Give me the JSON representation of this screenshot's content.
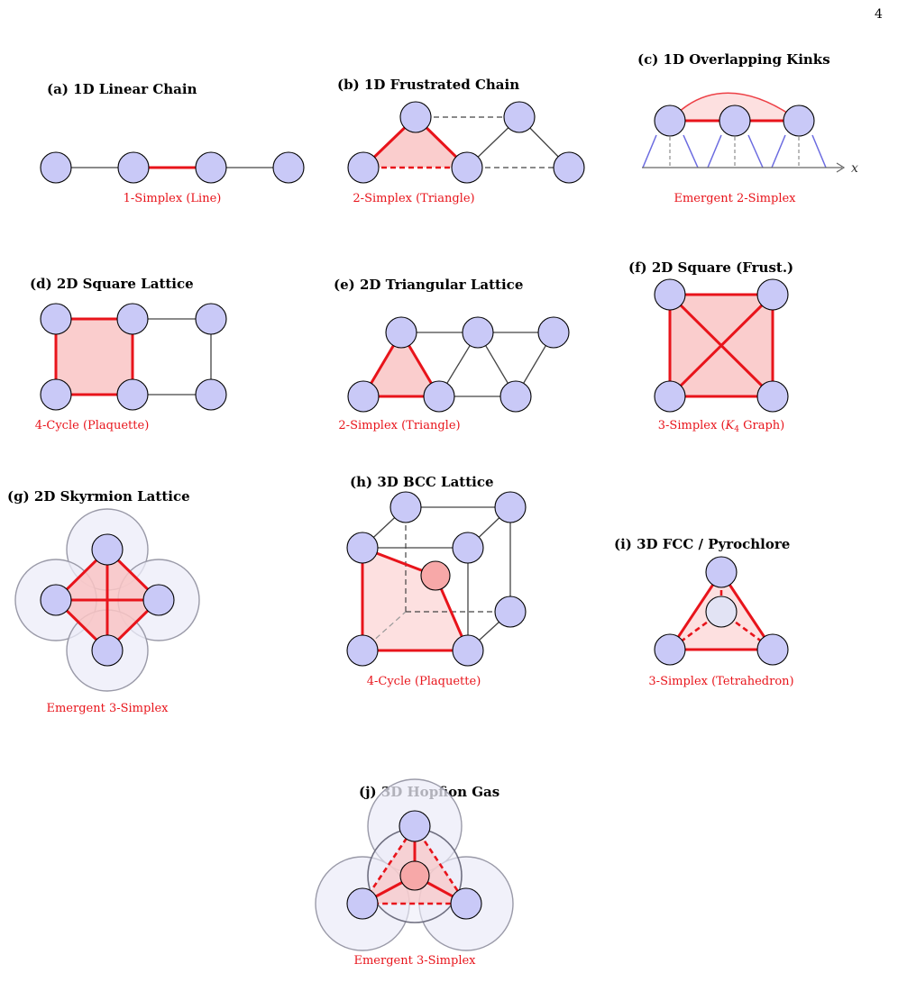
{
  "page_number": "4",
  "colors": {
    "node": "#c9c9f7",
    "node_highlight": "#f7a8a8",
    "node_light": "#e2e3f4",
    "red": "#e8141b",
    "red_fill": "#f9c4c4",
    "red_fill_light": "#fde0e0",
    "kink_blue": "#6b6be0",
    "halo": "#ececf8"
  },
  "axis_label_x": "x",
  "panels": [
    {
      "id": "a",
      "title": "(a) 1D Linear Chain",
      "caption": "1-Simplex (Line)"
    },
    {
      "id": "b",
      "title": "(b) 1D Frustrated Chain",
      "caption": "2-Simplex (Triangle)"
    },
    {
      "id": "c",
      "title": "(c) 1D Overlapping Kinks",
      "caption": "Emergent 2-Simplex"
    },
    {
      "id": "d",
      "title": "(d) 2D Square Lattice",
      "caption": "4-Cycle (Plaquette)"
    },
    {
      "id": "e",
      "title": "(e) 2D Triangular Lattice",
      "caption": "2-Simplex (Triangle)"
    },
    {
      "id": "f",
      "title": "(f) 2D Square (Frust.)",
      "caption_prefix": "3-Simplex (",
      "caption_math": "K",
      "caption_sub": "4",
      "caption_suffix": " Graph)"
    },
    {
      "id": "g",
      "title": "(g) 2D Skyrmion Lattice",
      "caption": "Emergent 3-Simplex"
    },
    {
      "id": "h",
      "title": "(h) 3D BCC Lattice",
      "caption": "4-Cycle (Plaquette)"
    },
    {
      "id": "i",
      "title": "(i) 3D FCC / Pyrochlore",
      "caption": "3-Simplex (Tetrahedron)"
    },
    {
      "id": "j",
      "title": "(j) 3D Hopfion Gas",
      "caption": "Emergent 3-Simplex"
    }
  ]
}
